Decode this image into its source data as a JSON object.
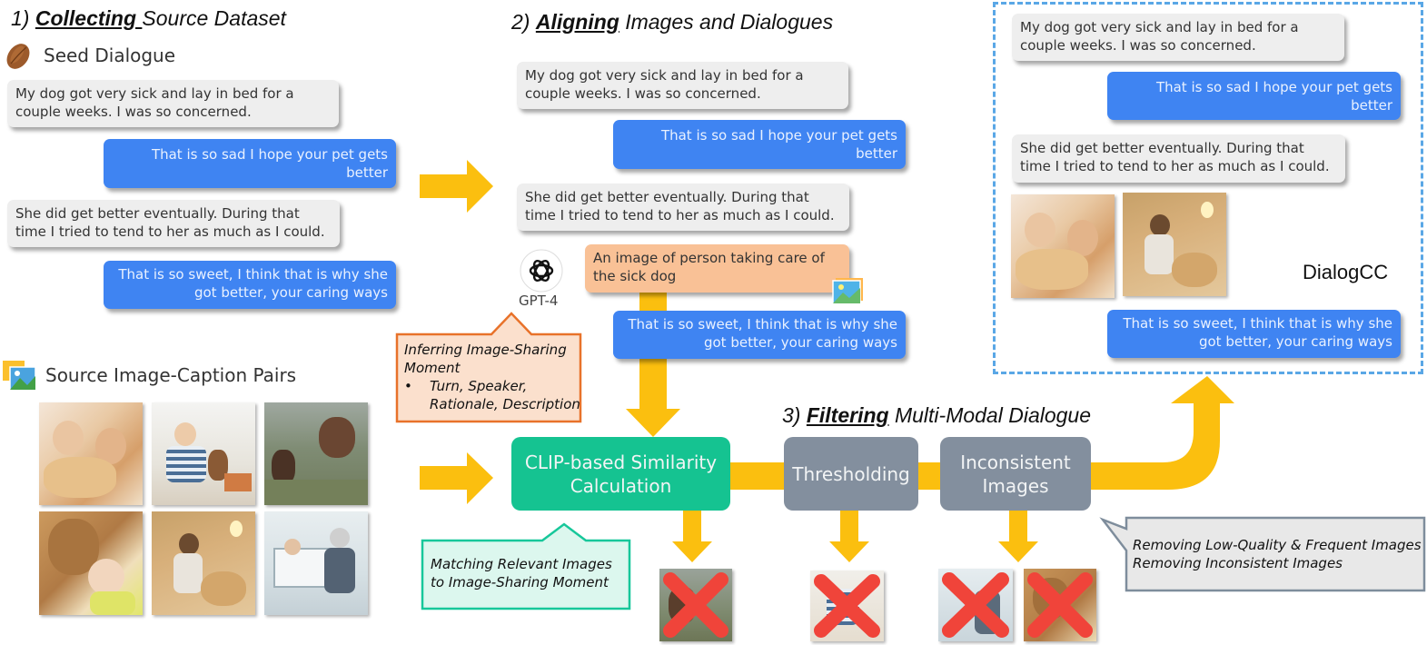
{
  "section1": {
    "num": "1)",
    "bold": "Collecting ",
    "rest": "Source Dataset"
  },
  "section2": {
    "num": "2)",
    "bold": "Aligning",
    "rest": " Images and Dialogues"
  },
  "section3": {
    "num": "3)",
    "bold": "Filtering",
    "rest": " Multi-Modal Dialogue"
  },
  "seed_label": "Seed Dialogue",
  "source_label": "Source Image-Caption Pairs",
  "dialogue": {
    "m1": "My dog got very sick and lay in bed for a couple weeks. I was so concerned.",
    "m2": "That is so sad I hope your pet gets better",
    "m3": "She did get better eventually. During that time I tried to tend to her as much as I could.",
    "m4_line1": "That is so sweet, I think that is why she",
    "m4_line2": "got better, your caring ways"
  },
  "gpt_label": "GPT-4",
  "image_description": "An image of person taking care of the sick dog",
  "inferring": {
    "title": "Inferring Image-Sharing Moment",
    "bullet": "Turn, Speaker, Rationale, Description"
  },
  "clip_box": "CLIP-based Similarity Calculation",
  "threshold_box": "Thresholding",
  "inconsistent_box": "Inconsistent Images",
  "matching": "Matching Relevant Images to Image-Sharing Moment",
  "removing": {
    "line1": "Removing Low-Quality & Frequent Images",
    "line2": "Removing Inconsistent Images"
  },
  "dialogcc_label": "DialogCC",
  "colors": {
    "arrow": "#fbbf0f",
    "user_bubble": "#3f84f2",
    "clip": "#15c391",
    "filter_box": "#838f9e",
    "dashed_border": "#5aa7e6",
    "cross": "#f0443a"
  },
  "icons": [
    "almond-seed-icon",
    "gallery-image-icon",
    "openai-logo-icon",
    "picture-icon",
    "cross-icon"
  ]
}
